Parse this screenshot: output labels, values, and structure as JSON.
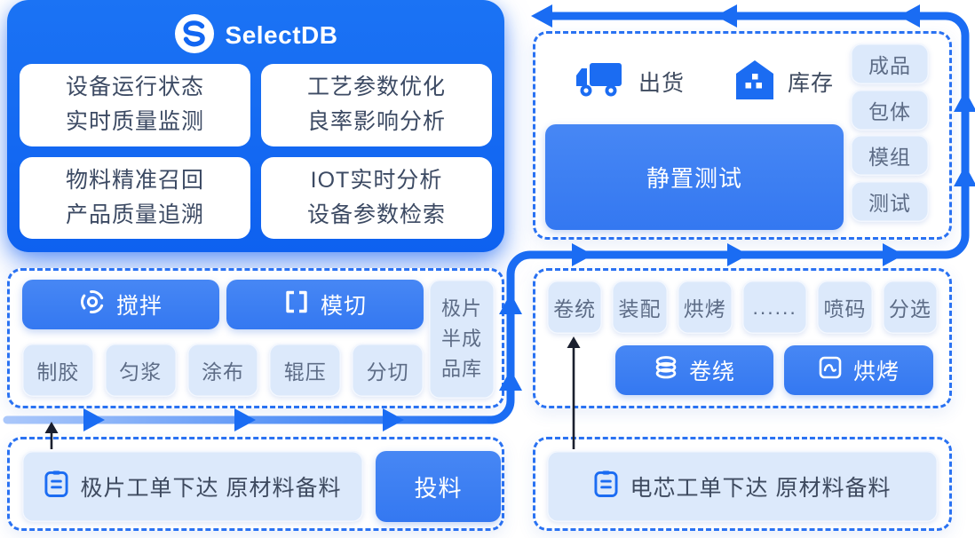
{
  "colors": {
    "primary_blue": "#1266f1",
    "button_blue": "#3d7ef2",
    "arrow_blue": "#1a6cf3",
    "arrow_light_blue": "#aac7fa",
    "chip_bg": "#dce9fb",
    "chip_text": "#5d6c86",
    "dark_text": "#3e4a5f",
    "dashed_border": "#2a72f2",
    "black_arrow": "#1a1f2e"
  },
  "selectdb_panel": {
    "logo_text": "SelectDB",
    "cards": [
      {
        "line1": "设备运行状态",
        "line2": "实时质量监测"
      },
      {
        "line1": "工艺参数优化",
        "line2": "良率影响分析"
      },
      {
        "line1": "物料精准召回",
        "line2": "产品质量追溯"
      },
      {
        "line1": "IOT实时分析",
        "line2": "设备参数检索"
      }
    ]
  },
  "warehouse_panel": {
    "shipping_label": "出货",
    "inventory_label": "库存",
    "resting_test_button": "静置测试",
    "stages": [
      "成品",
      "包体",
      "模组",
      "测试"
    ]
  },
  "electrode_panel": {
    "stir_button": "搅拌",
    "die_cut_button": "模切",
    "semi_store_lines": [
      "极片",
      "半成",
      "品库"
    ],
    "steps": [
      "制胶",
      "匀浆",
      "涂布",
      "辊压",
      "分切"
    ]
  },
  "cell_panel": {
    "steps": [
      "卷统",
      "装配",
      "烘烤",
      "......",
      "喷码",
      "分选"
    ],
    "winding_button": "卷绕",
    "baking_button": "烘烤"
  },
  "electrode_order_panel": {
    "order_text": "极片工单下达 原材料备料",
    "feed_button": "投料"
  },
  "cell_order_panel": {
    "order_text": "电芯工单下达 原材料备料"
  },
  "icons": {
    "logo": "selectdb-logo",
    "shipping": "truck-icon",
    "inventory": "warehouse-icon",
    "stir": "mixer-icon",
    "die_cut": "die-cut-icon",
    "winding": "coil-icon",
    "baking": "oven-icon",
    "order": "document-icon"
  }
}
